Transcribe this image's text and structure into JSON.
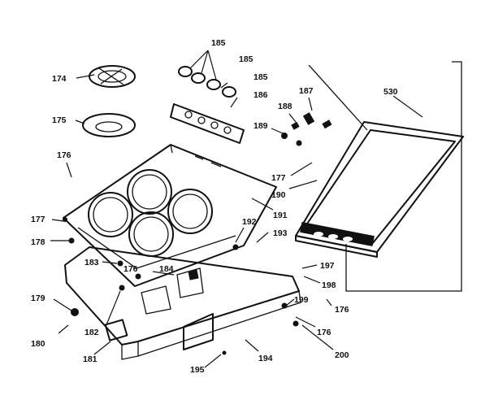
{
  "labels": {
    "l174": "174",
    "l175": "175",
    "l176a": "176",
    "l177a": "177",
    "l178": "178",
    "l179": "179",
    "l180": "180",
    "l181": "181",
    "l182": "182",
    "l183": "183",
    "l176b": "176",
    "l184": "184",
    "l185a": "185",
    "l185b": "185",
    "l185c": "185",
    "l186": "186",
    "l187": "187",
    "l188": "188",
    "l189": "189",
    "l177b": "177",
    "l190": "190",
    "l191": "191",
    "l192": "192",
    "l193": "193",
    "l194": "194",
    "l195": "195",
    "l197": "197",
    "l198": "198",
    "l199": "199",
    "l176c": "176",
    "l176d": "176",
    "l200": "200",
    "l530": "530"
  }
}
